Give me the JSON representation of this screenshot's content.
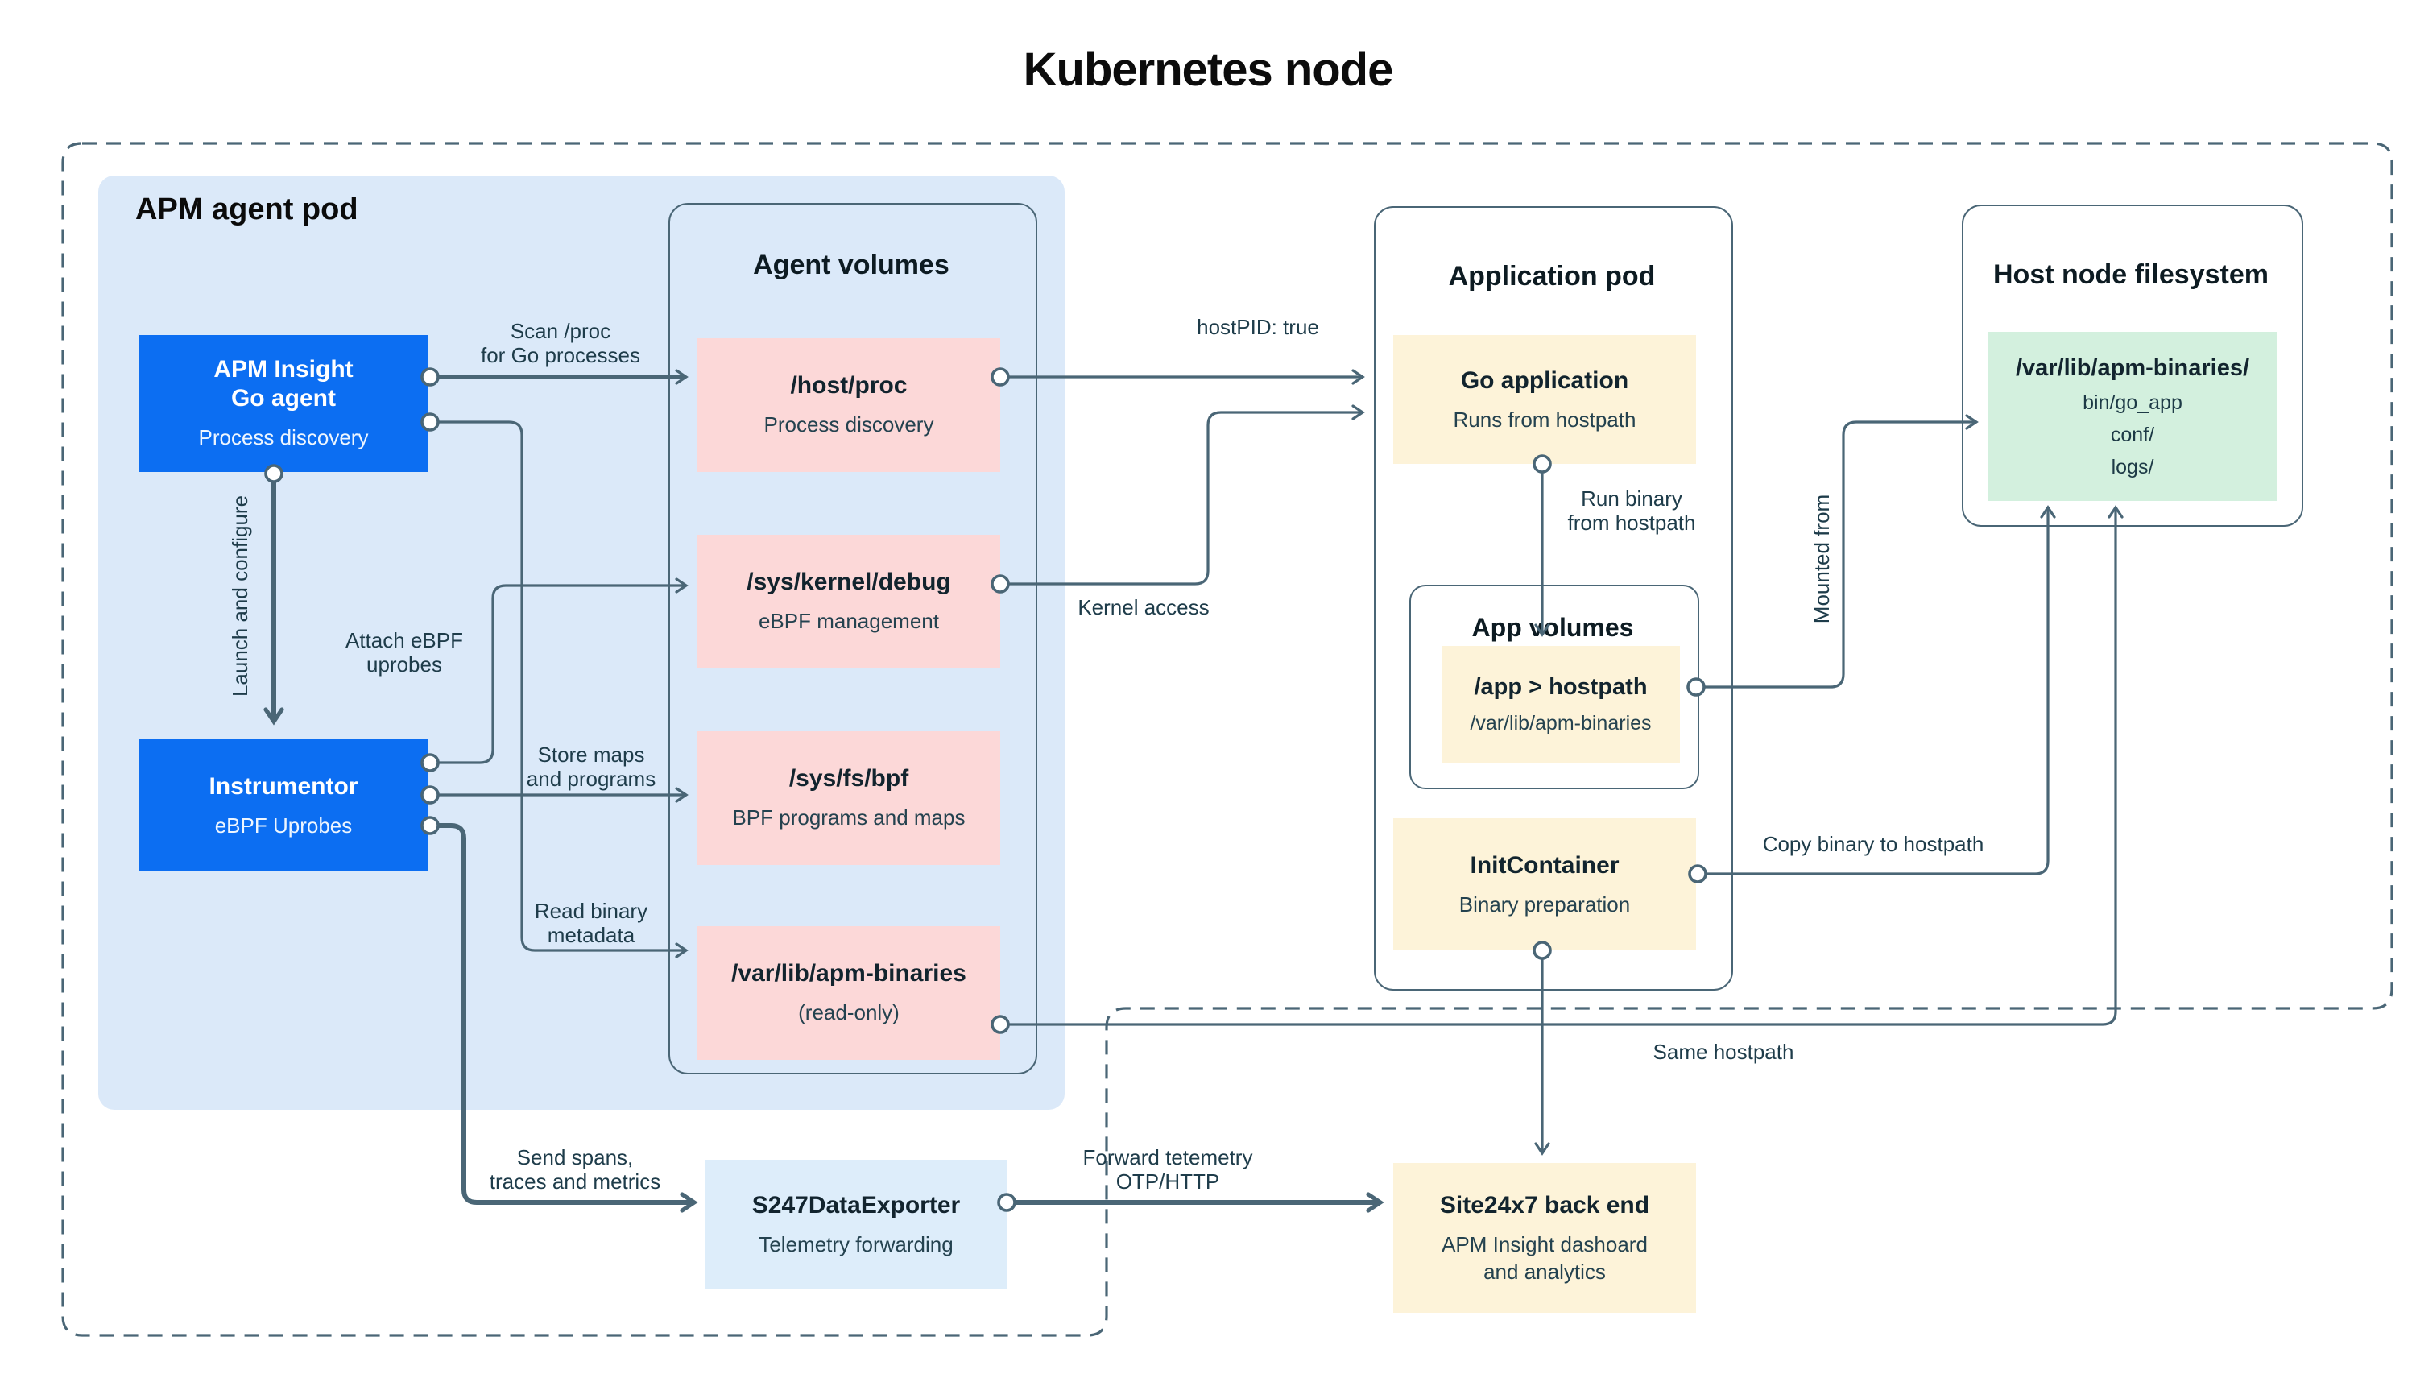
{
  "title": "Kubernetes node",
  "apm_pod": {
    "label": "APM agent pod",
    "go_agent": {
      "title_line1": "APM Insight",
      "title_line2": "Go agent",
      "subtitle": "Process discovery"
    },
    "instrumentor": {
      "title": "Instrumentor",
      "subtitle": "eBPF Uprobes"
    }
  },
  "agent_volumes": {
    "title": "Agent volumes",
    "items": [
      {
        "title": "/host/proc",
        "subtitle": "Process discovery"
      },
      {
        "title": "/sys/kernel/debug",
        "subtitle": "eBPF management"
      },
      {
        "title": "/sys/fs/bpf",
        "subtitle": "BPF programs and maps"
      },
      {
        "title": "/var/lib/apm-binaries",
        "subtitle": "(read-only)"
      }
    ]
  },
  "application_pod": {
    "title": "Application pod",
    "go_application": {
      "title": "Go application",
      "subtitle": "Runs from hostpath"
    },
    "app_volumes": {
      "title": "App volumes",
      "hostpath_volume": {
        "title": "/app > hostpath",
        "subtitle": "/var/lib/apm-binaries"
      }
    },
    "init_container": {
      "title": "InitContainer",
      "subtitle": "Binary preparation"
    }
  },
  "host_filesystem": {
    "title": "Host node filesystem",
    "binaries_dir": {
      "title": "/var/lib/apm-binaries/",
      "entries": [
        "bin/go_app",
        "conf/",
        "logs/"
      ]
    }
  },
  "exporter": {
    "title": "S247DataExporter",
    "subtitle": "Telemetry forwarding"
  },
  "backend": {
    "title": "Site24x7 back end",
    "subtitle_line1": "APM Insight dashoard",
    "subtitle_line2": "and analytics"
  },
  "edge_labels": {
    "scan_proc": {
      "line1": "Scan /proc",
      "line2": "for Go processes"
    },
    "launch_configure": "Launch and configure",
    "attach_uprobes": {
      "line1": "Attach eBPF",
      "line2": "uprobes"
    },
    "store_maps": {
      "line1": "Store maps",
      "line2": "and programs"
    },
    "read_binary": {
      "line1": "Read binary",
      "line2": "metadata"
    },
    "send_spans": {
      "line1": "Send spans,",
      "line2": "traces and metrics"
    },
    "hostpid": "hostPID: true",
    "kernel_access": "Kernel access",
    "run_binary": {
      "line1": "Run binary",
      "line2": "from hostpath"
    },
    "mounted_from": "Mounted from",
    "copy_binary": "Copy binary to hostpath",
    "same_hostpath": "Same hostpath",
    "forward_telemetry": {
      "line1": "Forward tetemetry",
      "line2": "OTP/HTTP"
    }
  },
  "colors": {
    "primary_blue": "#0c6ef2",
    "pod_background": "#dbe9f9",
    "volume_pink": "#fcd8d8",
    "app_yellow": "#fdf3d9",
    "host_green": "#d3f0de",
    "exporter_blue": "#ddedfa",
    "wire": "#4a6676",
    "text_dark": "#12242e"
  }
}
